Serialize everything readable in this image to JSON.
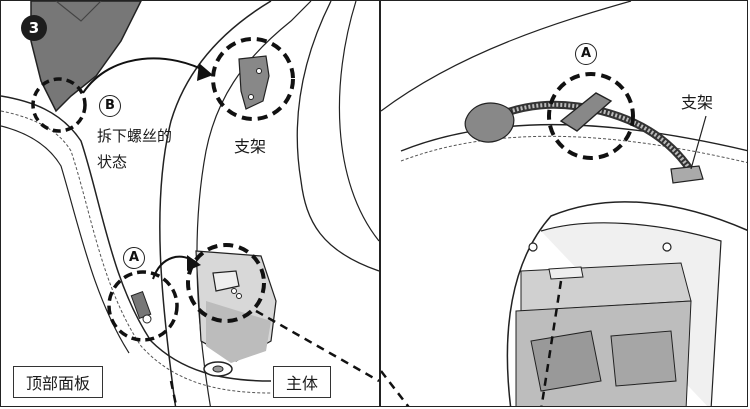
{
  "step_number": "3",
  "left_panel": {
    "callout_b": "B",
    "callout_a": "A",
    "removed_screw_state_line1": "拆下螺丝的",
    "removed_screw_state_line2": "状态",
    "bracket_label": "支架",
    "top_panel_label": "顶部面板",
    "main_body_label": "主体"
  },
  "right_panel": {
    "callout_a": "A",
    "bracket_label": "支架"
  }
}
